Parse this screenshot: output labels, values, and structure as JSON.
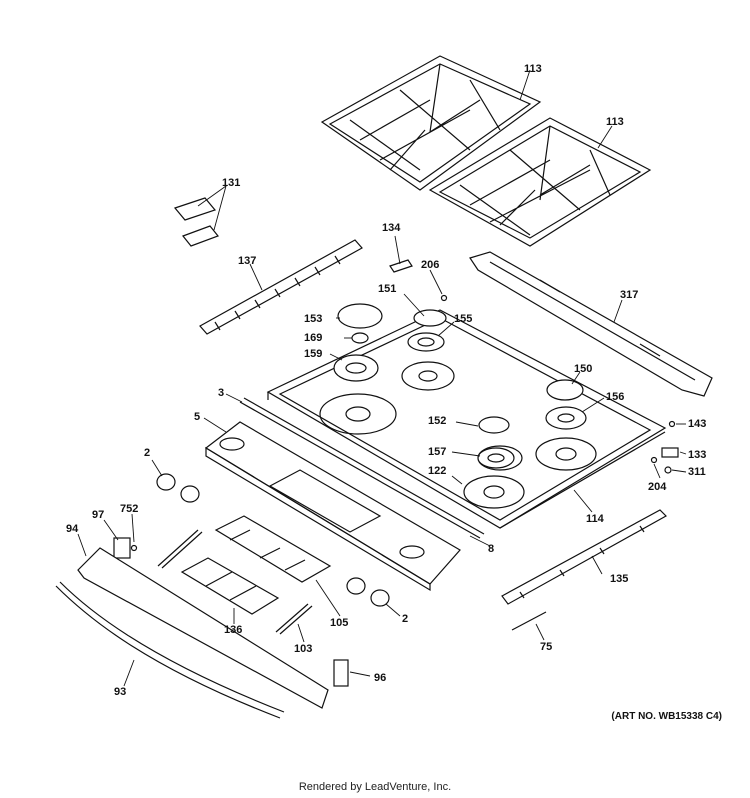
{
  "callouts": {
    "c113a": "113",
    "c113b": "113",
    "c131": "131",
    "c134": "134",
    "c206": "206",
    "c137": "137",
    "c317": "317",
    "c151": "151",
    "c153": "153",
    "c155": "155",
    "c169": "169",
    "c159": "159",
    "c150": "150",
    "c156": "156",
    "c3": "3",
    "c5": "5",
    "c152": "152",
    "c143": "143",
    "c133": "133",
    "c157": "157",
    "c311": "311",
    "c2a": "2",
    "c122": "122",
    "c204": "204",
    "c97": "97",
    "c752": "752",
    "c94": "94",
    "c114": "114",
    "c8": "8",
    "c135": "135",
    "c105": "105",
    "c2b": "2",
    "c136": "136",
    "c103": "103",
    "c75": "75",
    "c93": "93",
    "c96": "96"
  },
  "art_no": "(ART NO. WB15338 C4)",
  "footer": "Rendered by LeadVenture, Inc."
}
